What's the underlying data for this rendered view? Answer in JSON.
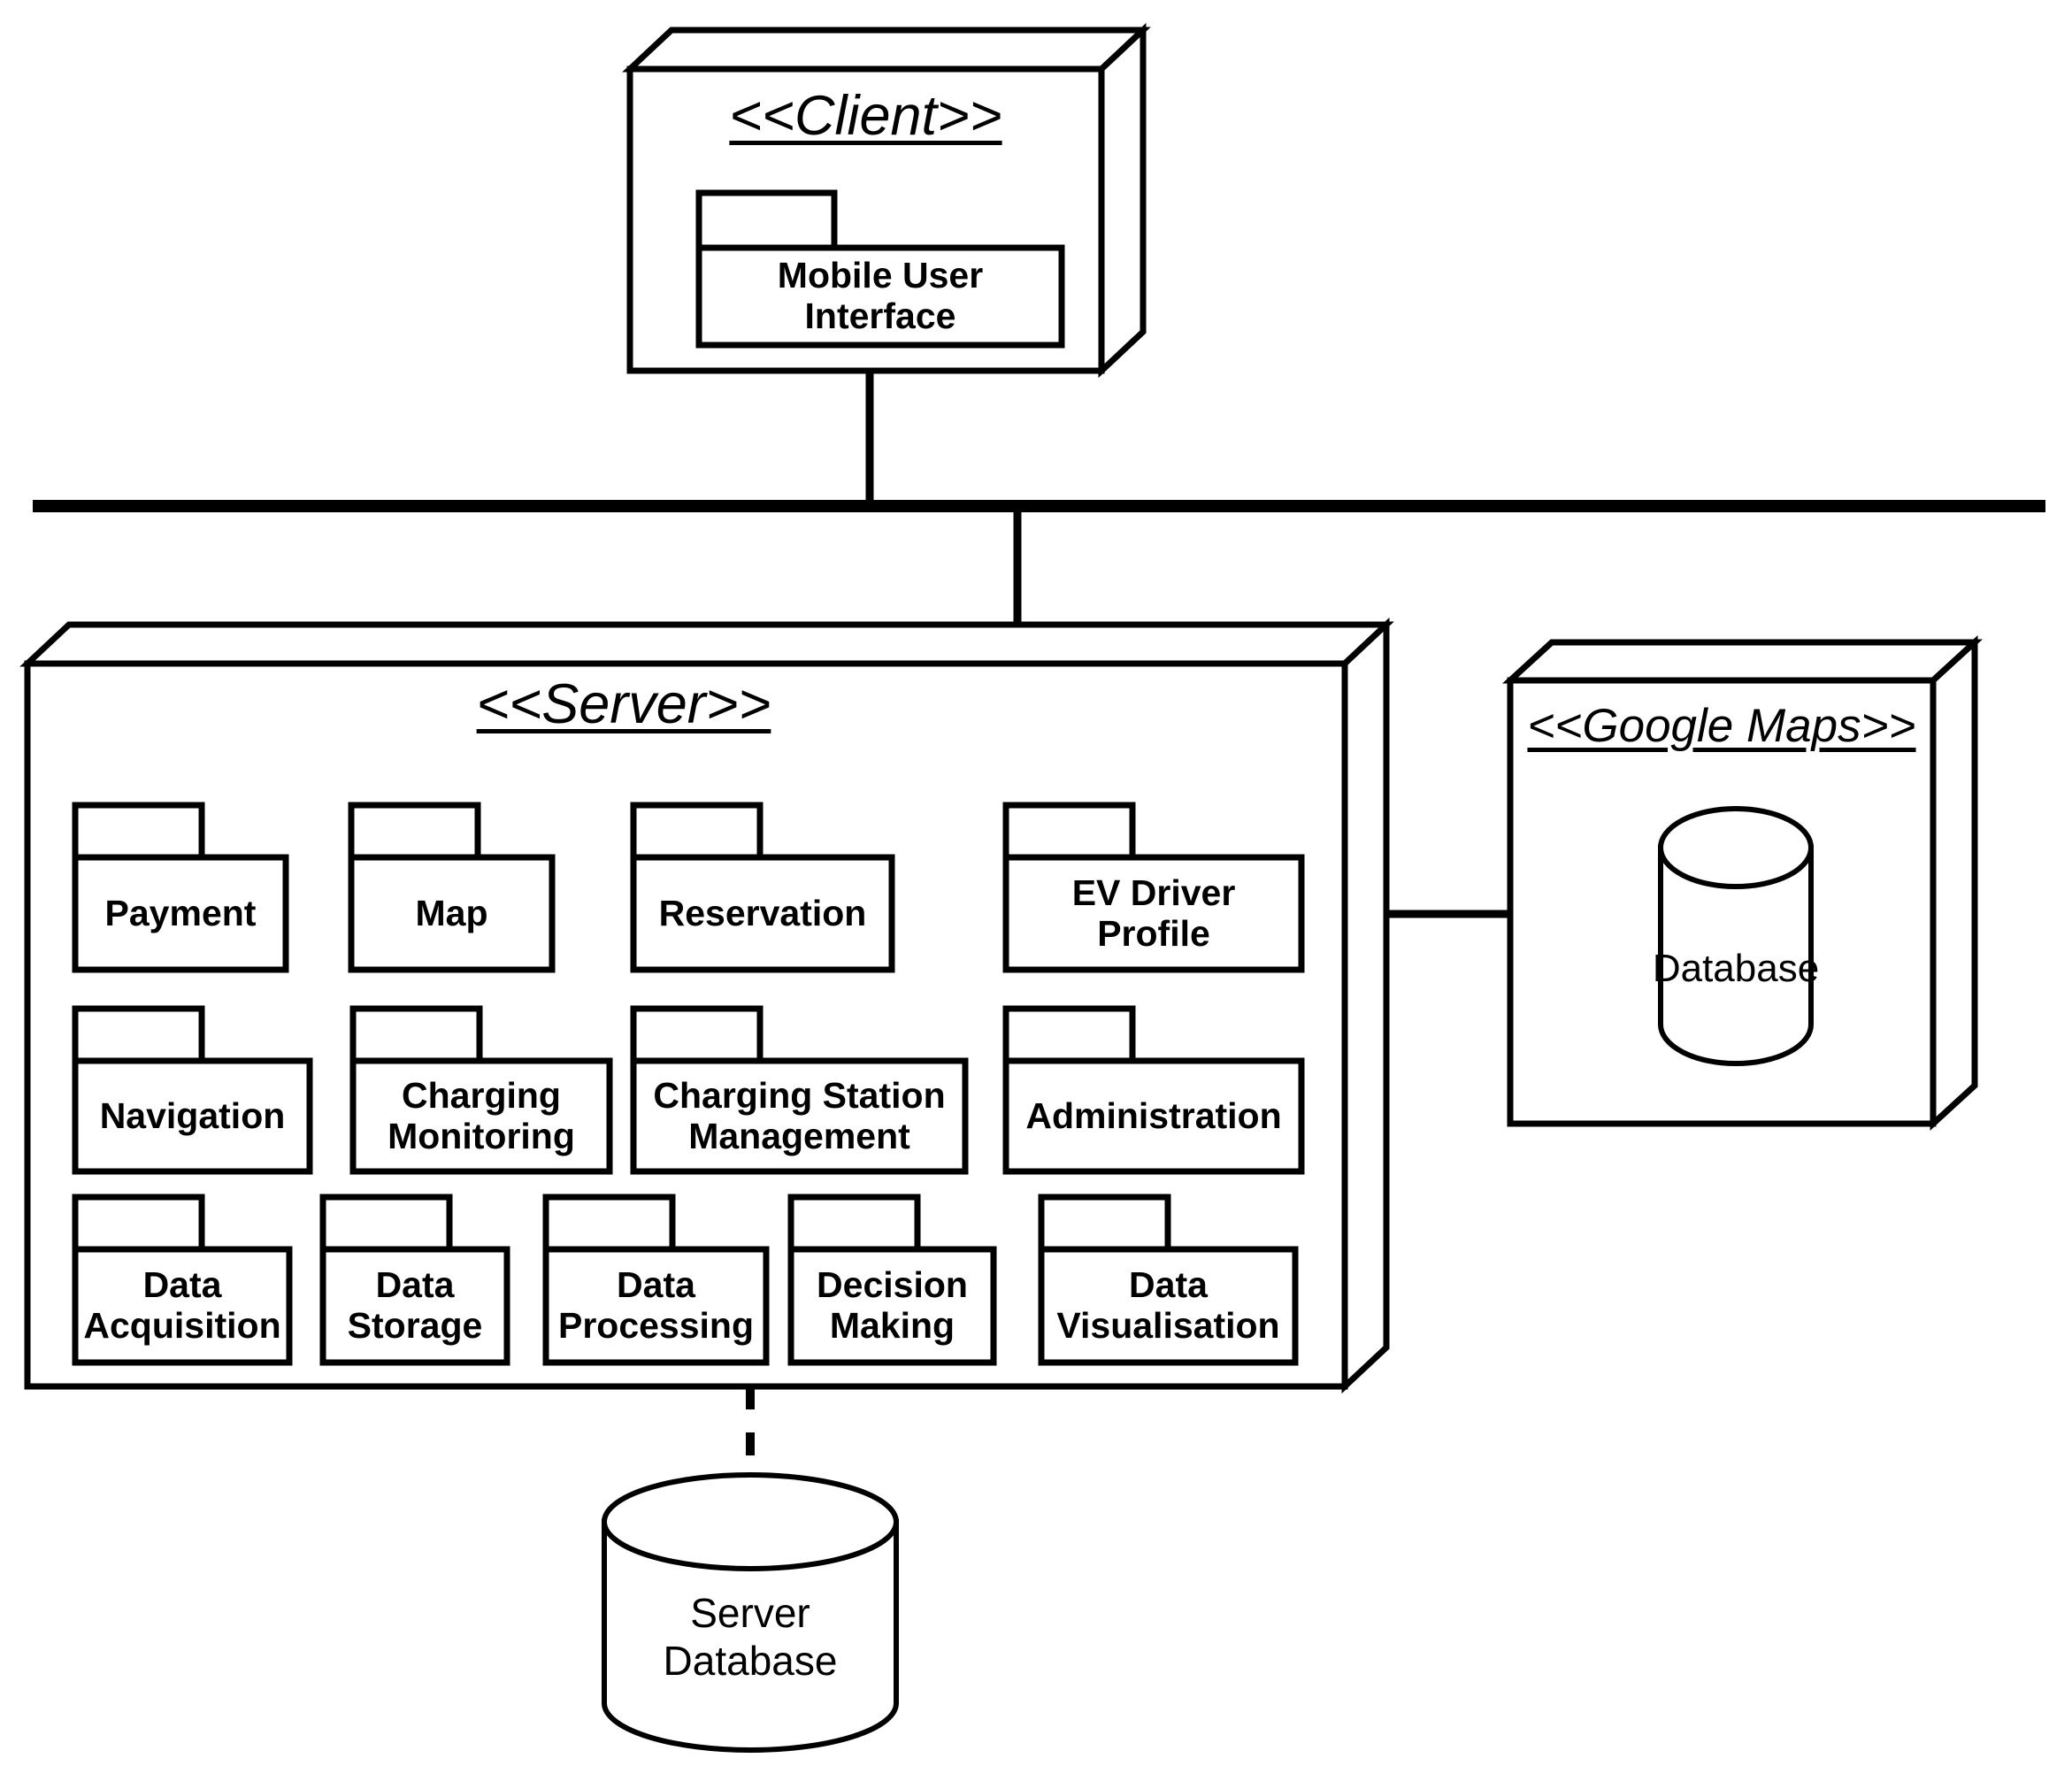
{
  "diagram": {
    "type": "uml-deployment-diagram",
    "title": "EV Charging System Deployment Diagram",
    "stroke_color": "#000000",
    "fill_color": "#ffffff"
  },
  "nodes": {
    "client": {
      "stereotype": "<<Client>>",
      "packages": [
        {
          "label": "Mobile User\nInterface"
        }
      ]
    },
    "server": {
      "stereotype": "<<Server>>",
      "packages": [
        {
          "label": "Payment"
        },
        {
          "label": "Map"
        },
        {
          "label": "Reservation"
        },
        {
          "label": "EV Driver\nProfile"
        },
        {
          "label": "Navigation"
        },
        {
          "label": "Charging\nMonitoring"
        },
        {
          "label": "Charging Station\nManagement"
        },
        {
          "label": "Administration"
        },
        {
          "label": "Data\nAcquisition"
        },
        {
          "label": "Data\nStorage"
        },
        {
          "label": "Data\nProcessing"
        },
        {
          "label": "Decision\nMaking"
        },
        {
          "label": "Data\nVisualisation"
        }
      ]
    },
    "google_maps": {
      "stereotype": "<<Google Maps>>",
      "database": {
        "label": "Database"
      }
    },
    "server_database": {
      "label": "Server\nDatabase"
    }
  },
  "connections": [
    {
      "from": "client",
      "to": "communication-bus",
      "style": "solid"
    },
    {
      "from": "communication-bus",
      "to": "server",
      "style": "solid"
    },
    {
      "from": "server",
      "to": "google_maps",
      "style": "solid"
    },
    {
      "from": "server",
      "to": "server_database",
      "style": "dashed"
    }
  ]
}
